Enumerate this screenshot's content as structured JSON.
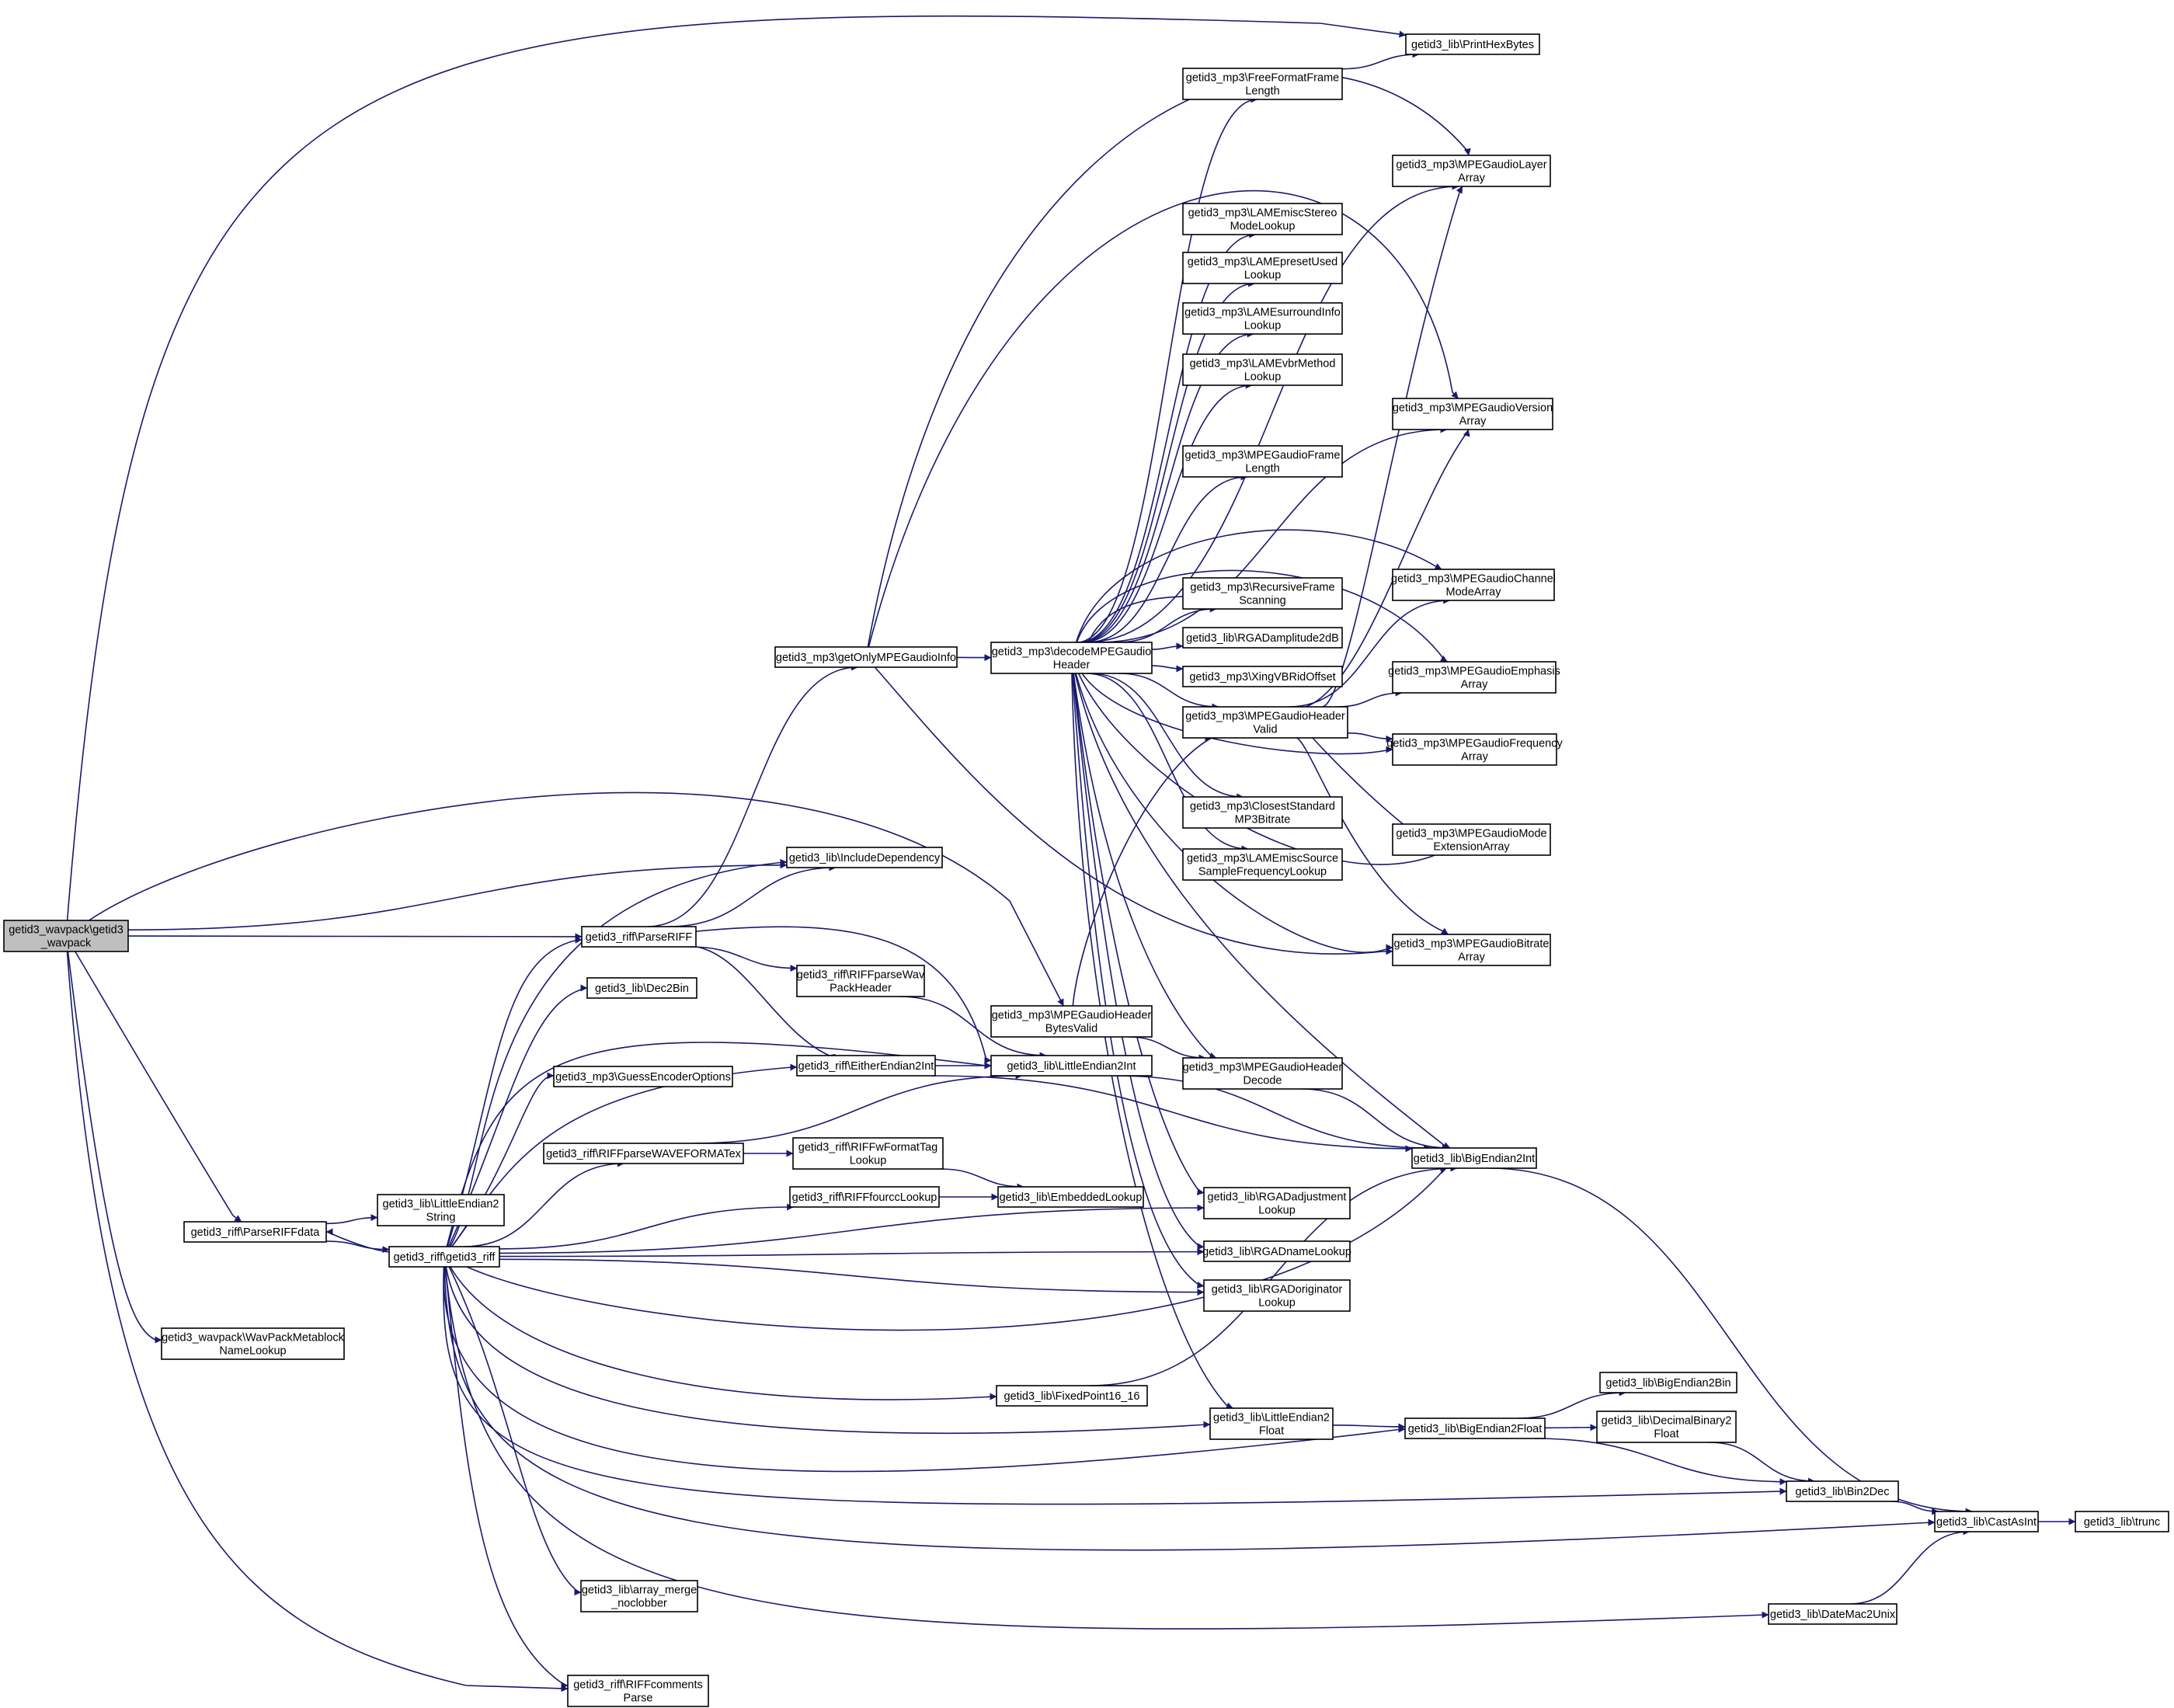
{
  "colors": {
    "edge": "#191970",
    "root_fill": "#bfbfbf",
    "node_fill": "#ffffff",
    "border": "#000000"
  },
  "nodes": [
    {
      "id": "wavpack",
      "lines": [
        "getid3_wavpack\\getid3",
        "_wavpack"
      ],
      "root": true
    },
    {
      "id": "printhex",
      "lines": [
        "getid3_lib\\PrintHexBytes"
      ]
    },
    {
      "id": "freeformat",
      "lines": [
        "getid3_mp3\\FreeFormatFrame",
        "Length"
      ]
    },
    {
      "id": "layerarray",
      "lines": [
        "getid3_mp3\\MPEGaudioLayer",
        "Array"
      ]
    },
    {
      "id": "lamestereo",
      "lines": [
        "getid3_mp3\\LAMEmiscStereo",
        "ModeLookup"
      ]
    },
    {
      "id": "lamepreset",
      "lines": [
        "getid3_mp3\\LAMEpresetUsed",
        "Lookup"
      ]
    },
    {
      "id": "lamesurround",
      "lines": [
        "getid3_mp3\\LAMEsurroundInfo",
        "Lookup"
      ]
    },
    {
      "id": "lamevbr",
      "lines": [
        "getid3_mp3\\LAMEvbrMethod",
        "Lookup"
      ]
    },
    {
      "id": "versionarray",
      "lines": [
        "getid3_mp3\\MPEGaudioVersion",
        "Array"
      ]
    },
    {
      "id": "framelength",
      "lines": [
        "getid3_mp3\\MPEGaudioFrame",
        "Length"
      ]
    },
    {
      "id": "channelmode",
      "lines": [
        "getid3_mp3\\MPEGaudioChannel",
        "ModeArray"
      ]
    },
    {
      "id": "recursive",
      "lines": [
        "getid3_mp3\\RecursiveFrame",
        "Scanning"
      ]
    },
    {
      "id": "getonly",
      "lines": [
        "getid3_mp3\\getOnlyMPEGaudioInfo"
      ]
    },
    {
      "id": "decode",
      "lines": [
        "getid3_mp3\\decodeMPEGaudio",
        "Header"
      ]
    },
    {
      "id": "rgaamp",
      "lines": [
        "getid3_lib\\RGADamplitude2dB"
      ]
    },
    {
      "id": "xing",
      "lines": [
        "getid3_mp3\\XingVBRidOffset"
      ]
    },
    {
      "id": "emphasis",
      "lines": [
        "getid3_mp3\\MPEGaudioEmphasis",
        "Array"
      ]
    },
    {
      "id": "headervalid",
      "lines": [
        "getid3_mp3\\MPEGaudioHeader",
        "Valid"
      ]
    },
    {
      "id": "frequency",
      "lines": [
        "getid3_mp3\\MPEGaudioFrequency",
        "Array"
      ]
    },
    {
      "id": "closest",
      "lines": [
        "getid3_mp3\\ClosestStandard",
        "MP3Bitrate"
      ]
    },
    {
      "id": "modeext",
      "lines": [
        "getid3_mp3\\MPEGaudioMode",
        "ExtensionArray"
      ]
    },
    {
      "id": "lamesource",
      "lines": [
        "getid3_mp3\\LAMEmiscSource",
        "SampleFrequencyLookup"
      ]
    },
    {
      "id": "includedep",
      "lines": [
        "getid3_lib\\IncludeDependency"
      ]
    },
    {
      "id": "parseriff",
      "lines": [
        "getid3_riff\\ParseRIFF"
      ]
    },
    {
      "id": "bitrate",
      "lines": [
        "getid3_mp3\\MPEGaudioBitrate",
        "Array"
      ]
    },
    {
      "id": "wavpackheader",
      "lines": [
        "getid3_riff\\RIFFparseWav",
        "PackHeader"
      ]
    },
    {
      "id": "dec2bin",
      "lines": [
        "getid3_lib\\Dec2Bin"
      ]
    },
    {
      "id": "bytesvalid",
      "lines": [
        "getid3_mp3\\MPEGaudioHeader",
        "BytesValid"
      ]
    },
    {
      "id": "guessenc",
      "lines": [
        "getid3_mp3\\GuessEncoderOptions"
      ]
    },
    {
      "id": "eitherendian",
      "lines": [
        "getid3_riff\\EitherEndian2Int"
      ]
    },
    {
      "id": "littleendianint",
      "lines": [
        "getid3_lib\\LittleEndian2Int"
      ]
    },
    {
      "id": "headerdecode",
      "lines": [
        "getid3_mp3\\MPEGaudioHeader",
        "Decode"
      ]
    },
    {
      "id": "waveformatex",
      "lines": [
        "getid3_riff\\RIFFparseWAVEFORMATex"
      ]
    },
    {
      "id": "wformattag",
      "lines": [
        "getid3_riff\\RIFFwFormatTag",
        "Lookup"
      ]
    },
    {
      "id": "bigendianint",
      "lines": [
        "getid3_lib\\BigEndian2Int"
      ]
    },
    {
      "id": "fourcc",
      "lines": [
        "getid3_riff\\RIFFfourccLookup"
      ]
    },
    {
      "id": "embedded",
      "lines": [
        "getid3_lib\\EmbeddedLookup"
      ]
    },
    {
      "id": "le2string",
      "lines": [
        "getid3_lib\\LittleEndian2",
        "String"
      ]
    },
    {
      "id": "rgaadj",
      "lines": [
        "getid3_lib\\RGADadjustment",
        "Lookup"
      ]
    },
    {
      "id": "parseriffdata",
      "lines": [
        "getid3_riff\\ParseRIFFdata"
      ]
    },
    {
      "id": "getid3riff",
      "lines": [
        "getid3_riff\\getid3_riff"
      ]
    },
    {
      "id": "rganame",
      "lines": [
        "getid3_lib\\RGADnameLookup"
      ]
    },
    {
      "id": "rgaorig",
      "lines": [
        "getid3_lib\\RGADoriginator",
        "Lookup"
      ]
    },
    {
      "id": "metablock",
      "lines": [
        "getid3_wavpack\\WavPackMetablock",
        "NameLookup"
      ]
    },
    {
      "id": "fixedpoint",
      "lines": [
        "getid3_lib\\FixedPoint16_16"
      ]
    },
    {
      "id": "bigendianbin",
      "lines": [
        "getid3_lib\\BigEndian2Bin"
      ]
    },
    {
      "id": "lefloat",
      "lines": [
        "getid3_lib\\LittleEndian2",
        "Float"
      ]
    },
    {
      "id": "befloat",
      "lines": [
        "getid3_lib\\BigEndian2Float"
      ]
    },
    {
      "id": "decimalbinary",
      "lines": [
        "getid3_lib\\DecimalBinary2",
        "Float"
      ]
    },
    {
      "id": "bin2dec",
      "lines": [
        "getid3_lib\\Bin2Dec"
      ]
    },
    {
      "id": "castasint",
      "lines": [
        "getid3_lib\\CastAsInt"
      ]
    },
    {
      "id": "trunc",
      "lines": [
        "getid3_lib\\trunc"
      ]
    },
    {
      "id": "arraymerge",
      "lines": [
        "getid3_lib\\array_merge",
        "_noclobber"
      ]
    },
    {
      "id": "datemac",
      "lines": [
        "getid3_lib\\DateMac2Unix"
      ]
    },
    {
      "id": "riffcomments",
      "lines": [
        "getid3_riff\\RIFFcomments",
        "Parse"
      ]
    }
  ],
  "edges": [
    [
      "wavpack",
      "printhex"
    ],
    [
      "wavpack",
      "bytesvalid"
    ],
    [
      "wavpack",
      "includedep"
    ],
    [
      "wavpack",
      "parseriff"
    ],
    [
      "wavpack",
      "parseriffdata"
    ],
    [
      "wavpack",
      "metablock"
    ],
    [
      "wavpack",
      "riffcomments"
    ],
    [
      "getonly",
      "layerarray"
    ],
    [
      "getonly",
      "versionarray"
    ],
    [
      "getonly",
      "decode"
    ],
    [
      "getonly",
      "bitrate"
    ],
    [
      "decode",
      "freeformat"
    ],
    [
      "decode",
      "layerarray"
    ],
    [
      "decode",
      "lamestereo"
    ],
    [
      "decode",
      "lamepreset"
    ],
    [
      "decode",
      "lamesurround"
    ],
    [
      "decode",
      "lamevbr"
    ],
    [
      "decode",
      "versionarray"
    ],
    [
      "decode",
      "framelength"
    ],
    [
      "decode",
      "channelmode"
    ],
    [
      "decode",
      "recursive"
    ],
    [
      "decode",
      "rgaamp"
    ],
    [
      "decode",
      "xing"
    ],
    [
      "decode",
      "emphasis"
    ],
    [
      "decode",
      "headervalid"
    ],
    [
      "decode",
      "frequency"
    ],
    [
      "decode",
      "closest"
    ],
    [
      "decode",
      "modeext"
    ],
    [
      "decode",
      "lamesource"
    ],
    [
      "decode",
      "bitrate"
    ],
    [
      "decode",
      "headerdecode"
    ],
    [
      "decode",
      "bigendianint"
    ],
    [
      "decode",
      "rgaadj"
    ],
    [
      "decode",
      "rganame"
    ],
    [
      "decode",
      "rgaorig"
    ],
    [
      "decode",
      "lefloat"
    ],
    [
      "freeformat",
      "printhex"
    ],
    [
      "recursive",
      "decode"
    ],
    [
      "headervalid",
      "layerarray"
    ],
    [
      "headervalid",
      "versionarray"
    ],
    [
      "headervalid",
      "channelmode"
    ],
    [
      "headervalid",
      "emphasis"
    ],
    [
      "headervalid",
      "frequency"
    ],
    [
      "headervalid",
      "modeext"
    ],
    [
      "headervalid",
      "bitrate"
    ],
    [
      "bytesvalid",
      "headervalid"
    ],
    [
      "bytesvalid",
      "headerdecode"
    ],
    [
      "headerdecode",
      "bigendianint"
    ],
    [
      "parseriff",
      "getonly"
    ],
    [
      "parseriff",
      "includedep"
    ],
    [
      "parseriff",
      "wavpackheader"
    ],
    [
      "parseriff",
      "eitherendian"
    ],
    [
      "parseriff",
      "littleendianint"
    ],
    [
      "wavpackheader",
      "littleendianint"
    ],
    [
      "eitherendian",
      "littleendianint"
    ],
    [
      "eitherendian",
      "bigendianint"
    ],
    [
      "littleendianint",
      "bigendianint"
    ],
    [
      "waveformatex",
      "littleendianint"
    ],
    [
      "waveformatex",
      "wformattag"
    ],
    [
      "wformattag",
      "embedded"
    ],
    [
      "fourcc",
      "embedded"
    ],
    [
      "bigendianint",
      "castasint"
    ],
    [
      "parseriffdata",
      "le2string"
    ],
    [
      "parseriffdata",
      "getid3riff"
    ],
    [
      "getid3riff",
      "parseriffdata"
    ],
    [
      "getid3riff",
      "includedep"
    ],
    [
      "getid3riff",
      "parseriff"
    ],
    [
      "getid3riff",
      "dec2bin"
    ],
    [
      "getid3riff",
      "guessenc"
    ],
    [
      "getid3riff",
      "eitherendian"
    ],
    [
      "getid3riff",
      "littleendianint"
    ],
    [
      "getid3riff",
      "waveformatex"
    ],
    [
      "getid3riff",
      "fourcc"
    ],
    [
      "getid3riff",
      "rgaadj"
    ],
    [
      "getid3riff",
      "rganame"
    ],
    [
      "getid3riff",
      "rgaorig"
    ],
    [
      "getid3riff",
      "bigendianint"
    ],
    [
      "getid3riff",
      "fixedpoint"
    ],
    [
      "getid3riff",
      "lefloat"
    ],
    [
      "getid3riff",
      "befloat"
    ],
    [
      "getid3riff",
      "bin2dec"
    ],
    [
      "getid3riff",
      "castasint"
    ],
    [
      "getid3riff",
      "arraymerge"
    ],
    [
      "getid3riff",
      "datemac"
    ],
    [
      "getid3riff",
      "riffcomments"
    ],
    [
      "fixedpoint",
      "bigendianint"
    ],
    [
      "lefloat",
      "befloat"
    ],
    [
      "befloat",
      "bigendianbin"
    ],
    [
      "befloat",
      "decimalbinary"
    ],
    [
      "befloat",
      "bin2dec"
    ],
    [
      "decimalbinary",
      "bin2dec"
    ],
    [
      "bin2dec",
      "castasint"
    ],
    [
      "castasint",
      "trunc"
    ],
    [
      "datemac",
      "castasint"
    ]
  ]
}
